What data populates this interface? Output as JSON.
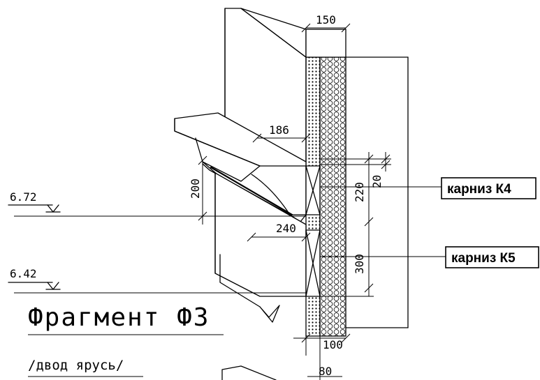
{
  "drawing": {
    "title": "Фрагмент Ф3",
    "subtitle": "/двод ярусь/",
    "levels": [
      {
        "value": "6.72"
      },
      {
        "value": "6.42"
      }
    ],
    "dimensions": {
      "top_width": "150",
      "cornice_projection": "186",
      "height_200": "200",
      "height_220": "220",
      "height_20": "20",
      "width_240": "240",
      "height_300": "300",
      "bottom_width": "100",
      "bottom_offset": "80"
    },
    "callouts": [
      {
        "label": "карниз К4"
      },
      {
        "label": "карниз К5"
      }
    ]
  }
}
